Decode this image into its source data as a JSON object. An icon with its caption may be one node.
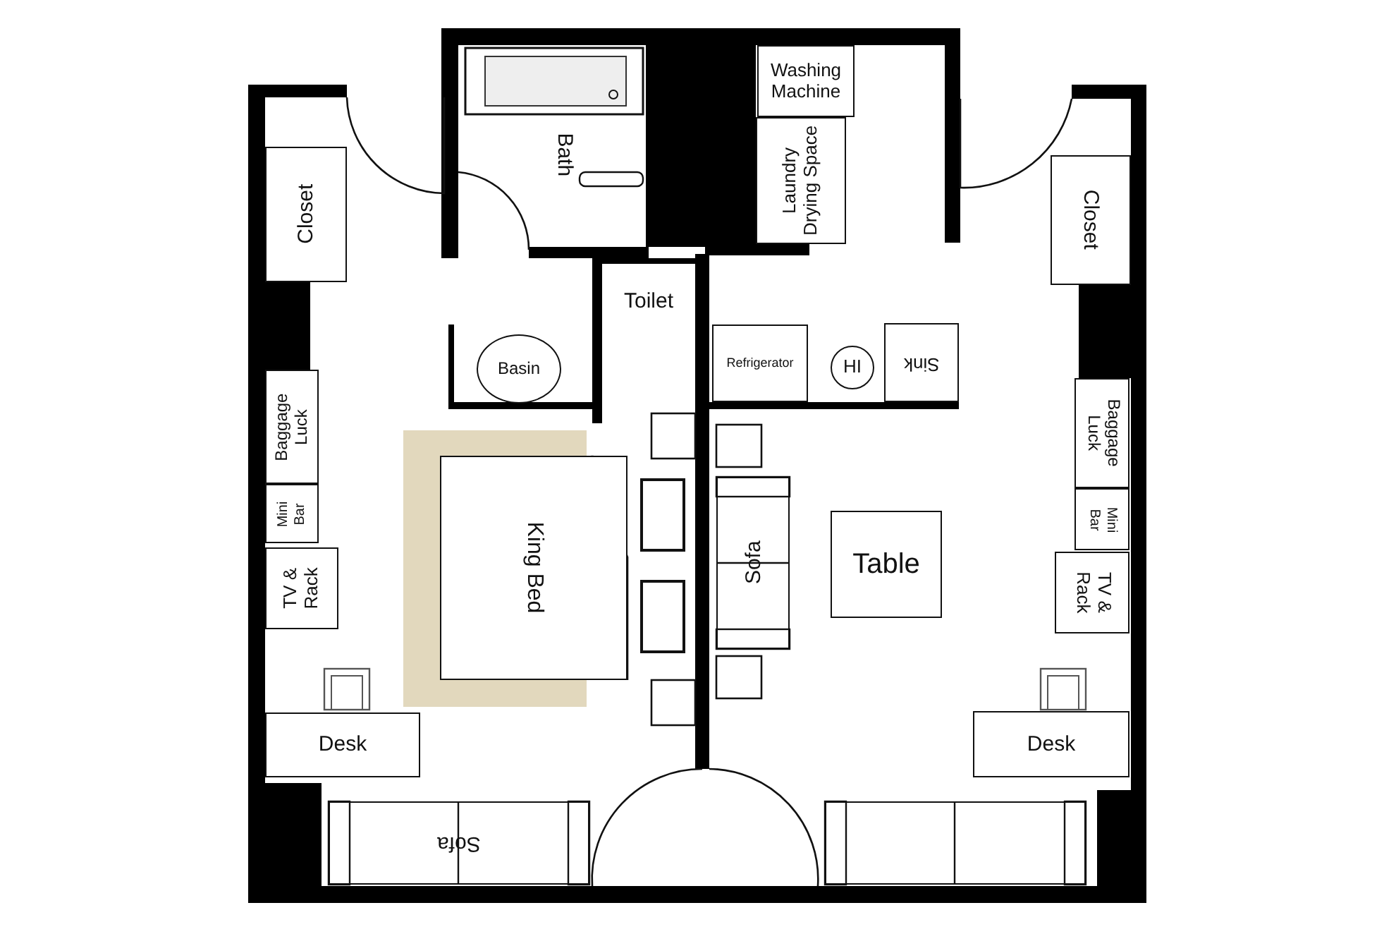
{
  "diagram": {
    "nodes": [
      {
        "text": [
          "Bath"
        ]
      },
      {
        "text": [
          "Washing Machine"
        ]
      },
      {
        "text": [
          "Closet"
        ]
      },
      {
        "text": [
          "Laundry Drying Space"
        ]
      },
      {
        "text": [
          "Closet"
        ]
      },
      {
        "text": [
          "Toilet"
        ]
      },
      {
        "text": [
          "Basin"
        ]
      },
      {
        "text": [
          "Refrigerator"
        ]
      },
      {
        "text": [
          "HI"
        ]
      },
      {
        "text": [
          "Sink"
        ]
      },
      {
        "text": [
          "Baggage Luck"
        ]
      },
      {
        "text": [
          "Baggage Luck"
        ]
      },
      {
        "text": [
          "Mini Bar"
        ]
      },
      {
        "text": [
          "King Bed"
        ]
      },
      {
        "text": [
          "Sofa"
        ]
      },
      {
        "text": [
          "Table"
        ]
      },
      {
        "text": [
          "Mini Bar"
        ]
      },
      {
        "text": [
          "TV & Rack"
        ]
      },
      {
        "text": [
          "TV & Rack"
        ]
      },
      {
        "text": [
          "Desk"
        ]
      },
      {
        "text": [
          "Desk"
        ]
      },
      {
        "text": [
          "Sofa"
        ]
      },
      {
        "text": [],
        "shape": "box"
      }
    ]
  }
}
